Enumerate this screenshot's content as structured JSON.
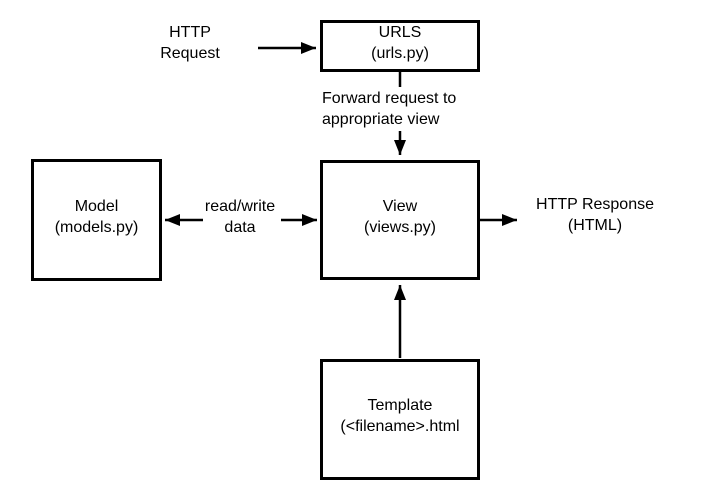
{
  "colors": {
    "ink": "#000000",
    "background": "#ffffff"
  },
  "nodes": {
    "urls": {
      "title": "URLS",
      "subtitle": "(urls.py)"
    },
    "model": {
      "title": "Model",
      "subtitle": "(models.py)"
    },
    "view": {
      "title": "View",
      "subtitle": "(views.py)"
    },
    "template": {
      "title": "Template",
      "subtitle": "(<filename>.html"
    }
  },
  "labels": {
    "http_request": {
      "line1": "HTTP",
      "line2": "Request"
    },
    "forward_request": {
      "line1": "Forward request to",
      "line2": "appropriate view"
    },
    "read_write": {
      "line1": "read/write",
      "line2": "data"
    },
    "http_response": {
      "line1": "HTTP Response",
      "line2": "(HTML)"
    }
  }
}
